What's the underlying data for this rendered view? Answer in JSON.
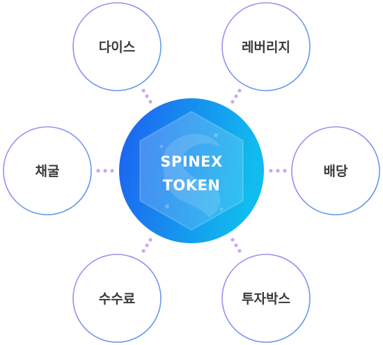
{
  "center": {
    "line1": "SPINEX",
    "line2": "TOKEN"
  },
  "nodes": [
    {
      "id": "dice",
      "label": "다이스"
    },
    {
      "id": "leverage",
      "label": "레버리지"
    },
    {
      "id": "mining",
      "label": "채굴"
    },
    {
      "id": "dividend",
      "label": "배당"
    },
    {
      "id": "fee",
      "label": "수수료"
    },
    {
      "id": "investbox",
      "label": "투자박스"
    }
  ],
  "colors": {
    "ring_start": "#a78bfa",
    "ring_end": "#5b8def",
    "center_start": "#1e6bf0",
    "center_end": "#12b6ee",
    "dots": "#c4a6f2",
    "label": "#3a3a3a"
  }
}
